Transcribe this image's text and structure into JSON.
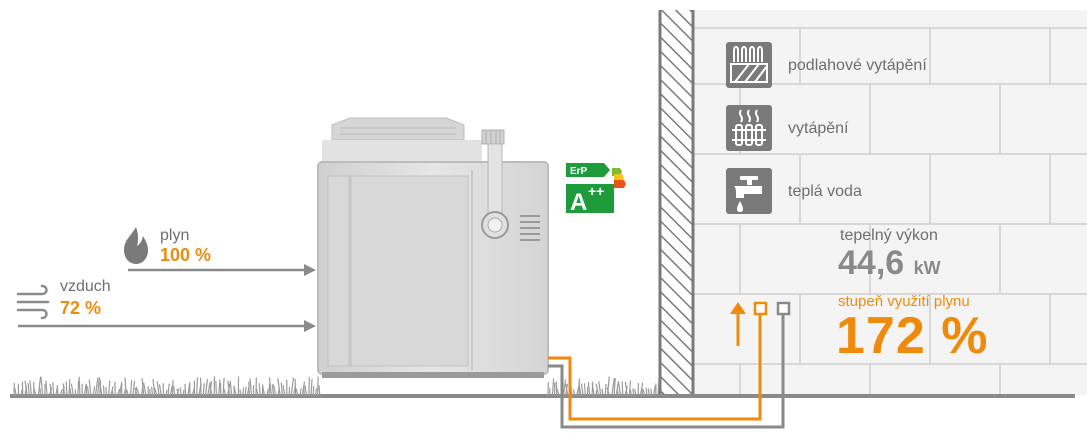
{
  "inputs": {
    "gas": {
      "label": "plyn",
      "value": "100 %",
      "icon": "flame-icon"
    },
    "air": {
      "label": "vzduch",
      "value": "72 %",
      "icon": "wind-icon"
    }
  },
  "erp_badge": {
    "label": "ErP",
    "class": "A",
    "plus": "++"
  },
  "outputs": [
    {
      "label": "podlahové vytápění",
      "icon": "floor-heating-icon"
    },
    {
      "label": "vytápění",
      "icon": "radiator-icon"
    },
    {
      "label": "teplá voda",
      "icon": "tap-water-icon"
    }
  ],
  "heat_output": {
    "label": "tepelný výkon",
    "value": "44,6",
    "unit": "kW"
  },
  "gas_utilization": {
    "label": "stupeň využití plynu",
    "value": "172 %"
  },
  "colors": {
    "accent": "#f08a0d",
    "gray": "#8a8a8a",
    "icon_box": "#7a7a7a"
  }
}
